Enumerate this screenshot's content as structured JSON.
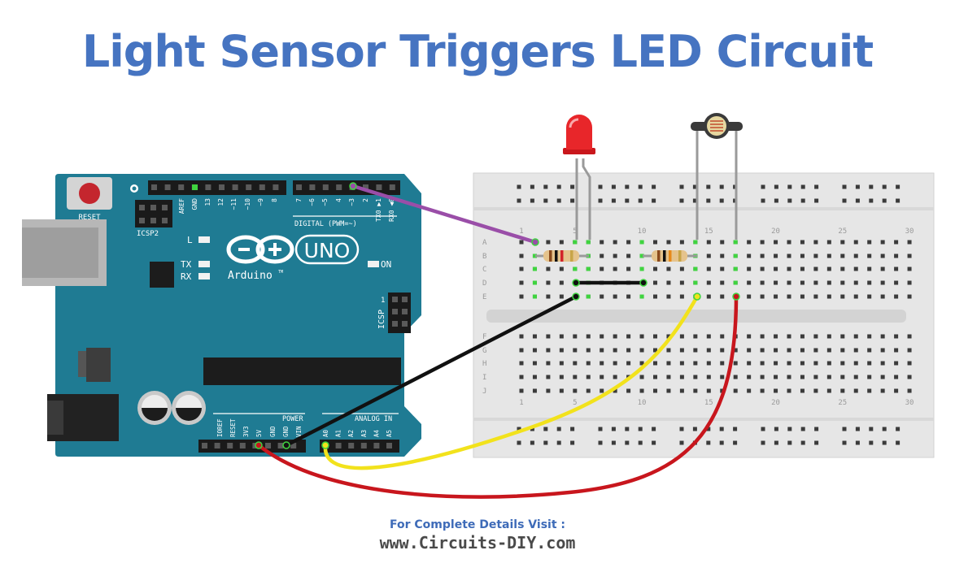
{
  "title": "Light Sensor Triggers LED Circuit",
  "footer": {
    "line1": "For Complete Details Visit :",
    "line2": "www.Circuits-DIY.com"
  },
  "arduino": {
    "reset_label": "RESET",
    "icsp2_label": "ICSP2",
    "icsp_label": "ICSP",
    "icsp_pin1": "1",
    "digital_label": "DIGITAL (PWM=~)",
    "header_top_labels": [
      "AREF",
      "GND",
      "13",
      "12",
      "~11",
      "~10",
      "~9",
      "8",
      "7",
      "~6",
      "~5",
      "4",
      "~3",
      "2",
      "TX0 ▶1",
      "RX0 ◀0"
    ],
    "led_l": "L",
    "led_tx": "TX",
    "led_rx": "RX",
    "led_on": "ON",
    "logo_uno": "UNO",
    "logo_brand": "Arduino",
    "logo_tm": "TM",
    "power_label": "POWER",
    "analog_label": "ANALOG IN",
    "power_pins": [
      "IOREF",
      "RESET",
      "3V3",
      "5V",
      "GND",
      "GND",
      "VIN"
    ],
    "analog_pins": [
      "A0",
      "A1",
      "A2",
      "A3",
      "A4",
      "A5"
    ]
  },
  "breadboard": {
    "row_labels_top": [
      "A",
      "B",
      "C",
      "D",
      "E"
    ],
    "row_labels_bottom": [
      "F",
      "G",
      "H",
      "I",
      "J"
    ],
    "col_numbers": [
      "1",
      "5",
      "10",
      "15",
      "20",
      "25",
      "30"
    ]
  },
  "colors": {
    "title": "#4674c1",
    "board": "#1f7b93",
    "wire_purple": "#9a4ea8",
    "wire_black": "#111111",
    "wire_yellow": "#f2e21c",
    "wire_red": "#c8161d",
    "led": "#e8262a"
  }
}
